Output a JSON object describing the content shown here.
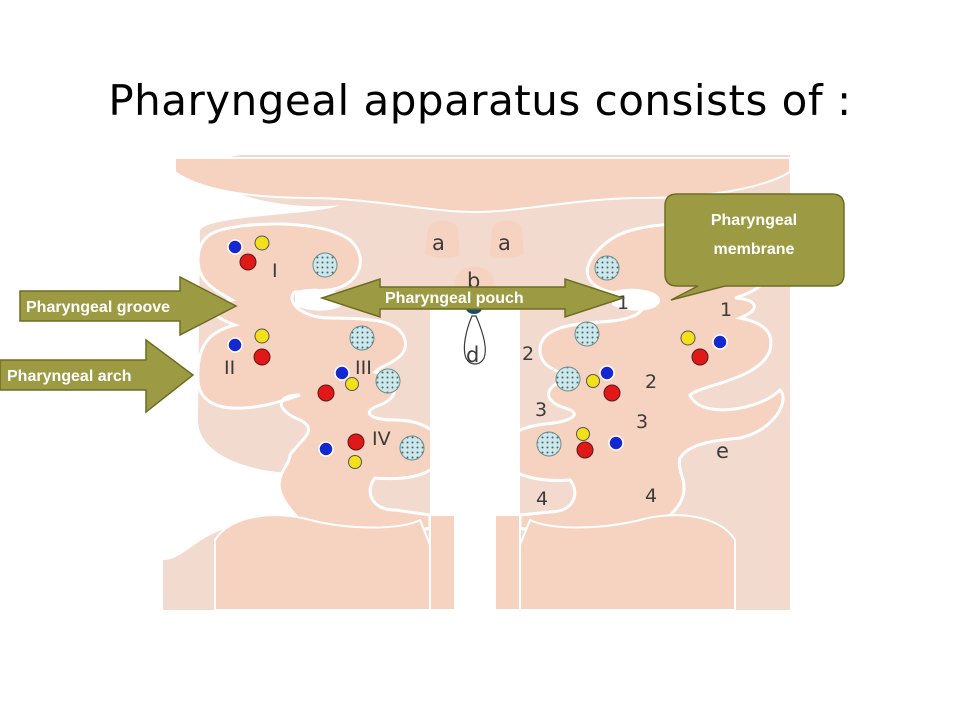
{
  "slide": {
    "title": "Pharyngeal apparatus consists of :"
  },
  "diagram": {
    "letters": {
      "a_left": "a",
      "a_right": "a",
      "b": "b",
      "d": "d",
      "e": "e"
    },
    "left_arches": [
      "I",
      "II",
      "III",
      "IV"
    ],
    "right_numbers": {
      "pouch": [
        "1",
        "2",
        "3",
        "4"
      ],
      "groove": [
        "1",
        "2",
        "3",
        "4"
      ]
    }
  },
  "callouts": {
    "groove": "Pharyngeal groove",
    "arch": "Pharyngeal arch",
    "pouch": "Pharyngeal pouch",
    "membrane_line1": "Pharyngeal",
    "membrane_line2": "membrane"
  },
  "colors": {
    "tissue": "#f6d2c0",
    "tissue_outline": "#ffffff",
    "callout_fill": "#9c9b44",
    "callout_stroke": "#6e6c22",
    "artery_red": "#e01818",
    "vein_blue": "#1428d0",
    "nerve_yellow": "#f2e018",
    "cartilage": "#cfe6ea"
  }
}
